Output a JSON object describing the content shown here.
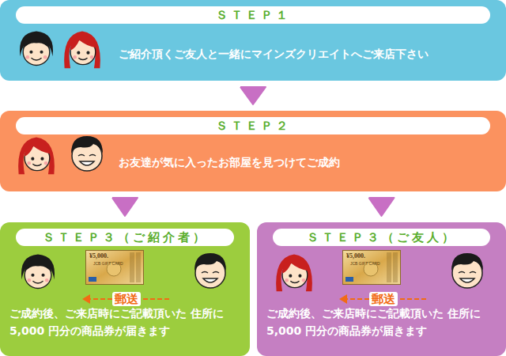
{
  "diagram": {
    "nodes": [
      {
        "text": [
          "ＳＴＥＰ１",
          "ご紹介頂くご友人と一緒にマインズクリエイトへご来店下さい"
        ]
      },
      {
        "text": [
          "ＳＴＥＰ２",
          "お友達が気に入ったお部屋を見つけてご成約"
        ]
      },
      {
        "text": [
          "ＳＴＥＰ３（ご紹介者）",
          "ご成約後、ご来店時にご記載頂いた 住所に 5,000 円分の商品券が届きます"
        ]
      },
      {
        "text": [
          "ＳＴＥＰ３（ご友人）",
          "ご成約後、ご来店時にご記載頂いた 住所に 5,000 円分の商品券が届きます"
        ]
      }
    ],
    "edges": [
      {
        "from": 0,
        "to": 1,
        "arrow": "to"
      },
      {
        "from": 1,
        "to": 2,
        "arrow": "to"
      },
      {
        "from": 1,
        "to": 3,
        "arrow": "to"
      }
    ],
    "labels": [
      "¥5,000.",
      "JCB GIFT CARD",
      "郵送",
      "¥5,000.",
      "JCB GIFT CARD",
      "郵送"
    ]
  }
}
